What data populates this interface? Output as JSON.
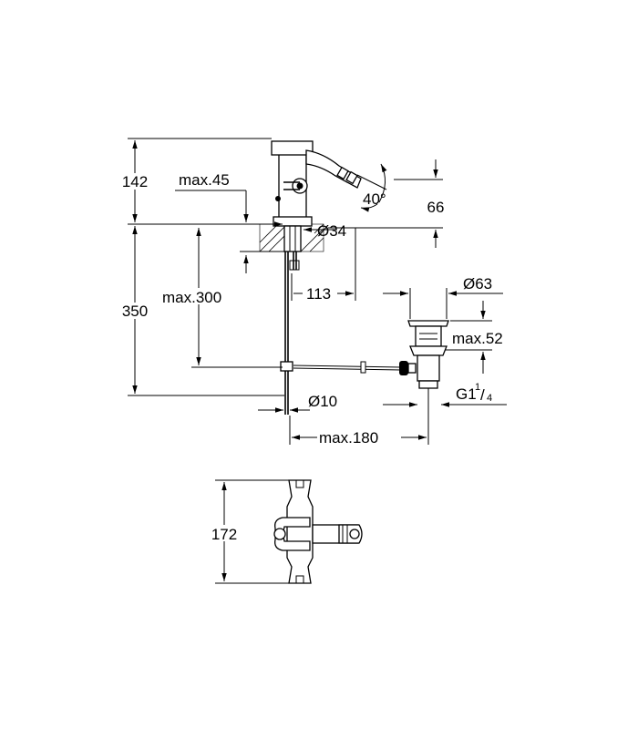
{
  "dimensions": {
    "height_top": "142",
    "max_45": "max.45",
    "diameter_34": "Ø34",
    "angle_40": "40°",
    "dim_66": "66",
    "height_350": "350",
    "max_300": "max.300",
    "dim_113": "113",
    "diameter_63": "Ø63",
    "max_52": "max.52",
    "thread_base": "G1",
    "thread_num": "1",
    "thread_den": "4",
    "diameter_10": "Ø10",
    "max_180": "max.180",
    "width_172": "172"
  }
}
